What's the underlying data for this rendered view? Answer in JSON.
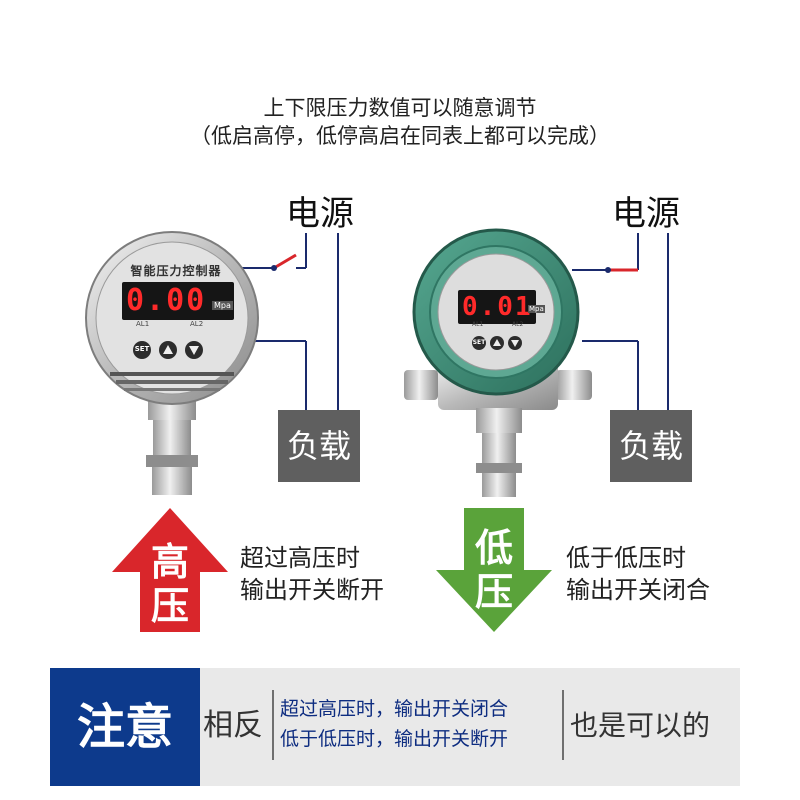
{
  "header": {
    "line1": "上下限压力数值可以随意调节",
    "line2": "（低启高停，低停高启在同表上都可以完成）"
  },
  "left_device": {
    "brand": "智能压力控制器",
    "display": "0.00",
    "unit": "Mpa",
    "al1": "AL1",
    "al2": "AL2",
    "set_label": "SET",
    "power_label": "电源",
    "load_label": "负载"
  },
  "right_device": {
    "display": "0.01",
    "unit": "Mpa",
    "al1": "AL1",
    "al2": "AL2",
    "set_label": "SET",
    "power_label": "电源",
    "load_label": "负载"
  },
  "high_pressure": {
    "arrow_line1": "高",
    "arrow_line2": "压",
    "desc_line1": "超过高压时",
    "desc_line2": "输出开关断开",
    "color": "#d9262b"
  },
  "low_pressure": {
    "arrow_line1": "低",
    "arrow_line2": "压",
    "desc_line1": "低于低压时",
    "desc_line2": "输出开关闭合",
    "color": "#5aa33a"
  },
  "footer": {
    "note_label": "注意",
    "opposite_label": "相反",
    "alt_line1": "超过高压时，输出开关闭合",
    "alt_line2": "低于低压时，输出开关断开",
    "also_ok": "也是可以的",
    "note_color": "#0d3a8c"
  }
}
